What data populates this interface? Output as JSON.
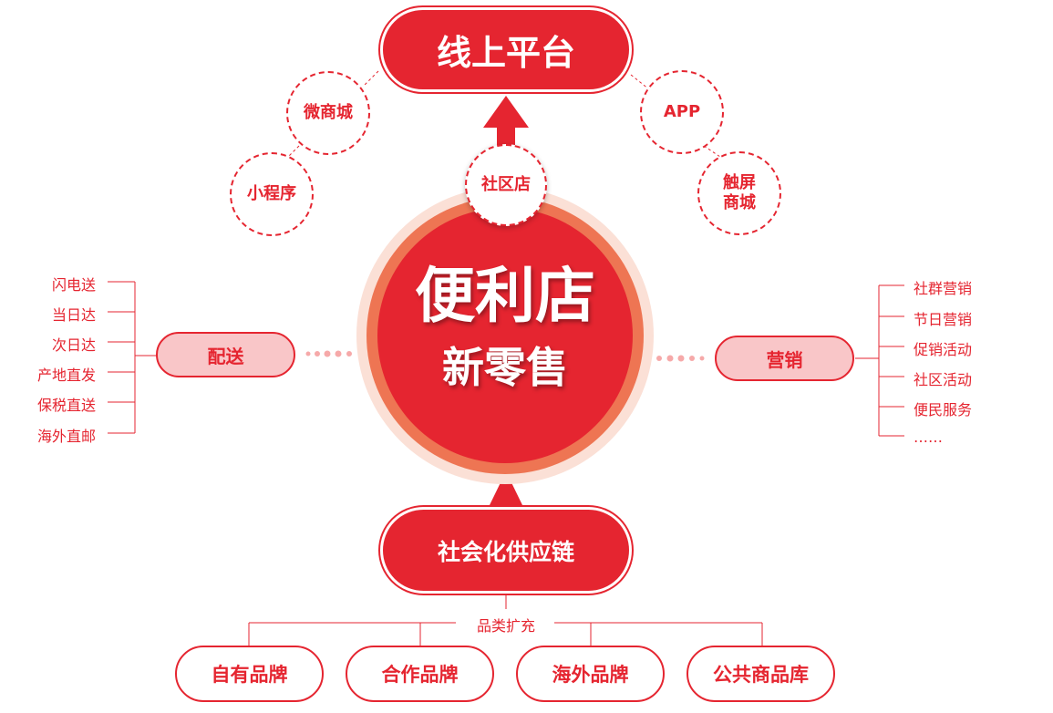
{
  "top_platform": {
    "label": "线上平台"
  },
  "online_channels": {
    "weishangcheng": "微商城",
    "xiaochengxu": "小程序",
    "app": "APP",
    "touchscreen": "触屏\n商城",
    "community_store": "社区店"
  },
  "center": {
    "line1": "便利店",
    "line2": "新零售"
  },
  "delivery": {
    "label": "配送",
    "items": [
      "闪电送",
      "当日达",
      "次日达",
      "产地直发",
      "保税直送",
      "海外直邮"
    ]
  },
  "marketing": {
    "label": "营销",
    "items": [
      "社群营销",
      "节日营销",
      "促销活动",
      "社区活动",
      "便民服务",
      "……"
    ]
  },
  "supply_chain": {
    "label": "社会化供应链",
    "expansion_label": "品类扩充",
    "brands": [
      "自有品牌",
      "合作品牌",
      "海外品牌",
      "公共商品库"
    ]
  },
  "colors": {
    "primary_red": "#e52530",
    "light_pink": "#f9c6c8",
    "halo": "#f6c3b1"
  }
}
